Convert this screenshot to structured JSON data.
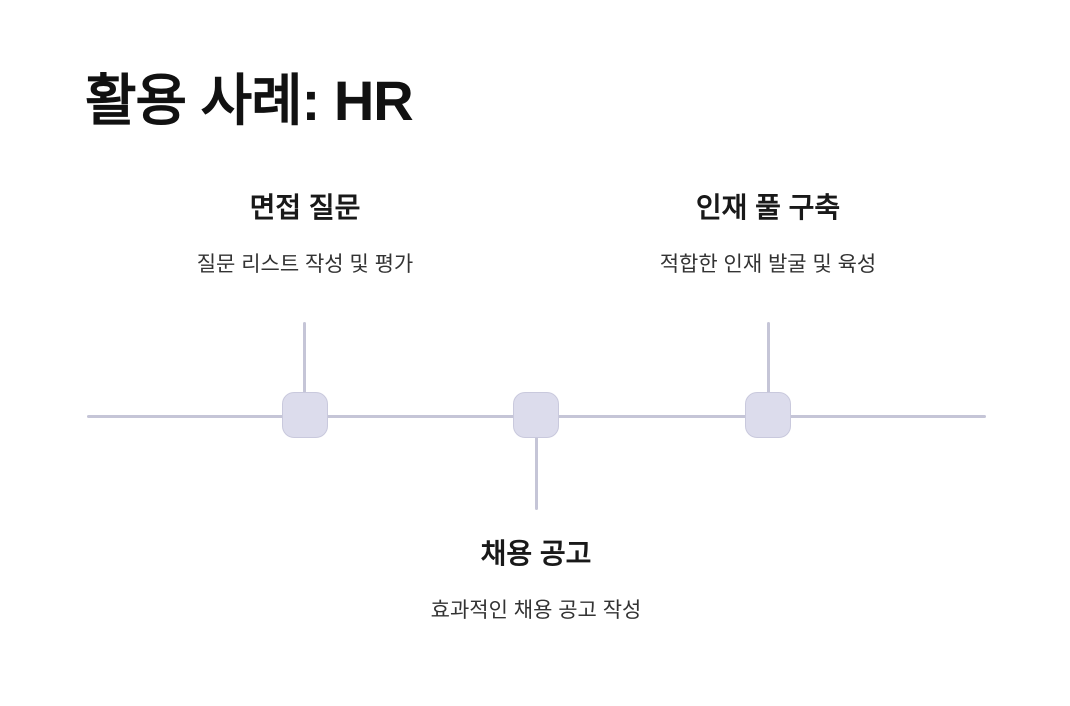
{
  "slide": {
    "title": "활용 사례: HR",
    "background_color": "#ffffff",
    "title_color": "#111111"
  },
  "timeline": {
    "type": "horizontal-timeline",
    "line_color": "#c5c5d7",
    "node_fill_color": "#dcdcec",
    "node_border_color": "#c9c9dd",
    "label_color": "#191919",
    "description_color": "#333333",
    "items": [
      {
        "label": "면접 질문",
        "description": "질문 리스트 작성 및 평가",
        "position": "above"
      },
      {
        "label": "채용 공고",
        "description": "효과적인 채용 공고 작성",
        "position": "below"
      },
      {
        "label": "인재 풀 구축",
        "description": "적합한 인재 발굴 및 육성",
        "position": "above"
      }
    ]
  }
}
